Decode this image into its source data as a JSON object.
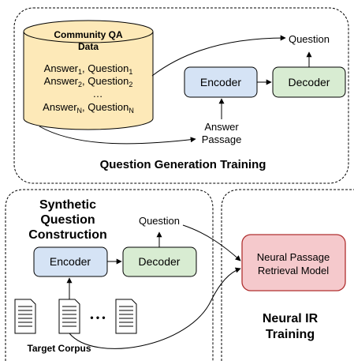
{
  "top_panel": {
    "db_title_1": "Community QA",
    "db_title_2": "Data",
    "pairs": [
      {
        "a": "Answer",
        "a_sub": "1",
        "q": "Question",
        "q_sub": "1"
      },
      {
        "a": "Answer",
        "a_sub": "2",
        "q": "Question",
        "q_sub": "2"
      },
      {
        "ellipsis": "…"
      },
      {
        "a": "Answer",
        "a_sub": "N",
        "q": "Question",
        "q_sub": "N"
      }
    ],
    "encoder": "Encoder",
    "decoder": "Decoder",
    "question": "Question",
    "answer_passage_1": "Answer",
    "answer_passage_2": "Passage",
    "title": "Question Generation Training"
  },
  "left_panel": {
    "title_1": "Synthetic",
    "title_2": "Question",
    "title_3": "Construction",
    "question": "Question",
    "encoder": "Encoder",
    "decoder": "Decoder",
    "dots": "• • •",
    "corpus_label": "Target Corpus"
  },
  "right_panel": {
    "model_1": "Neural Passage",
    "model_2": "Retrieval Model",
    "title_1": "Neural IR",
    "title_2": "Training"
  },
  "colors": {
    "db_fill": "#fde9b8",
    "encoder_fill": "#d5e3f5",
    "decoder_fill": "#d8ecd2",
    "model_fill": "#f5c9cc",
    "model_stroke": "#b03030"
  }
}
